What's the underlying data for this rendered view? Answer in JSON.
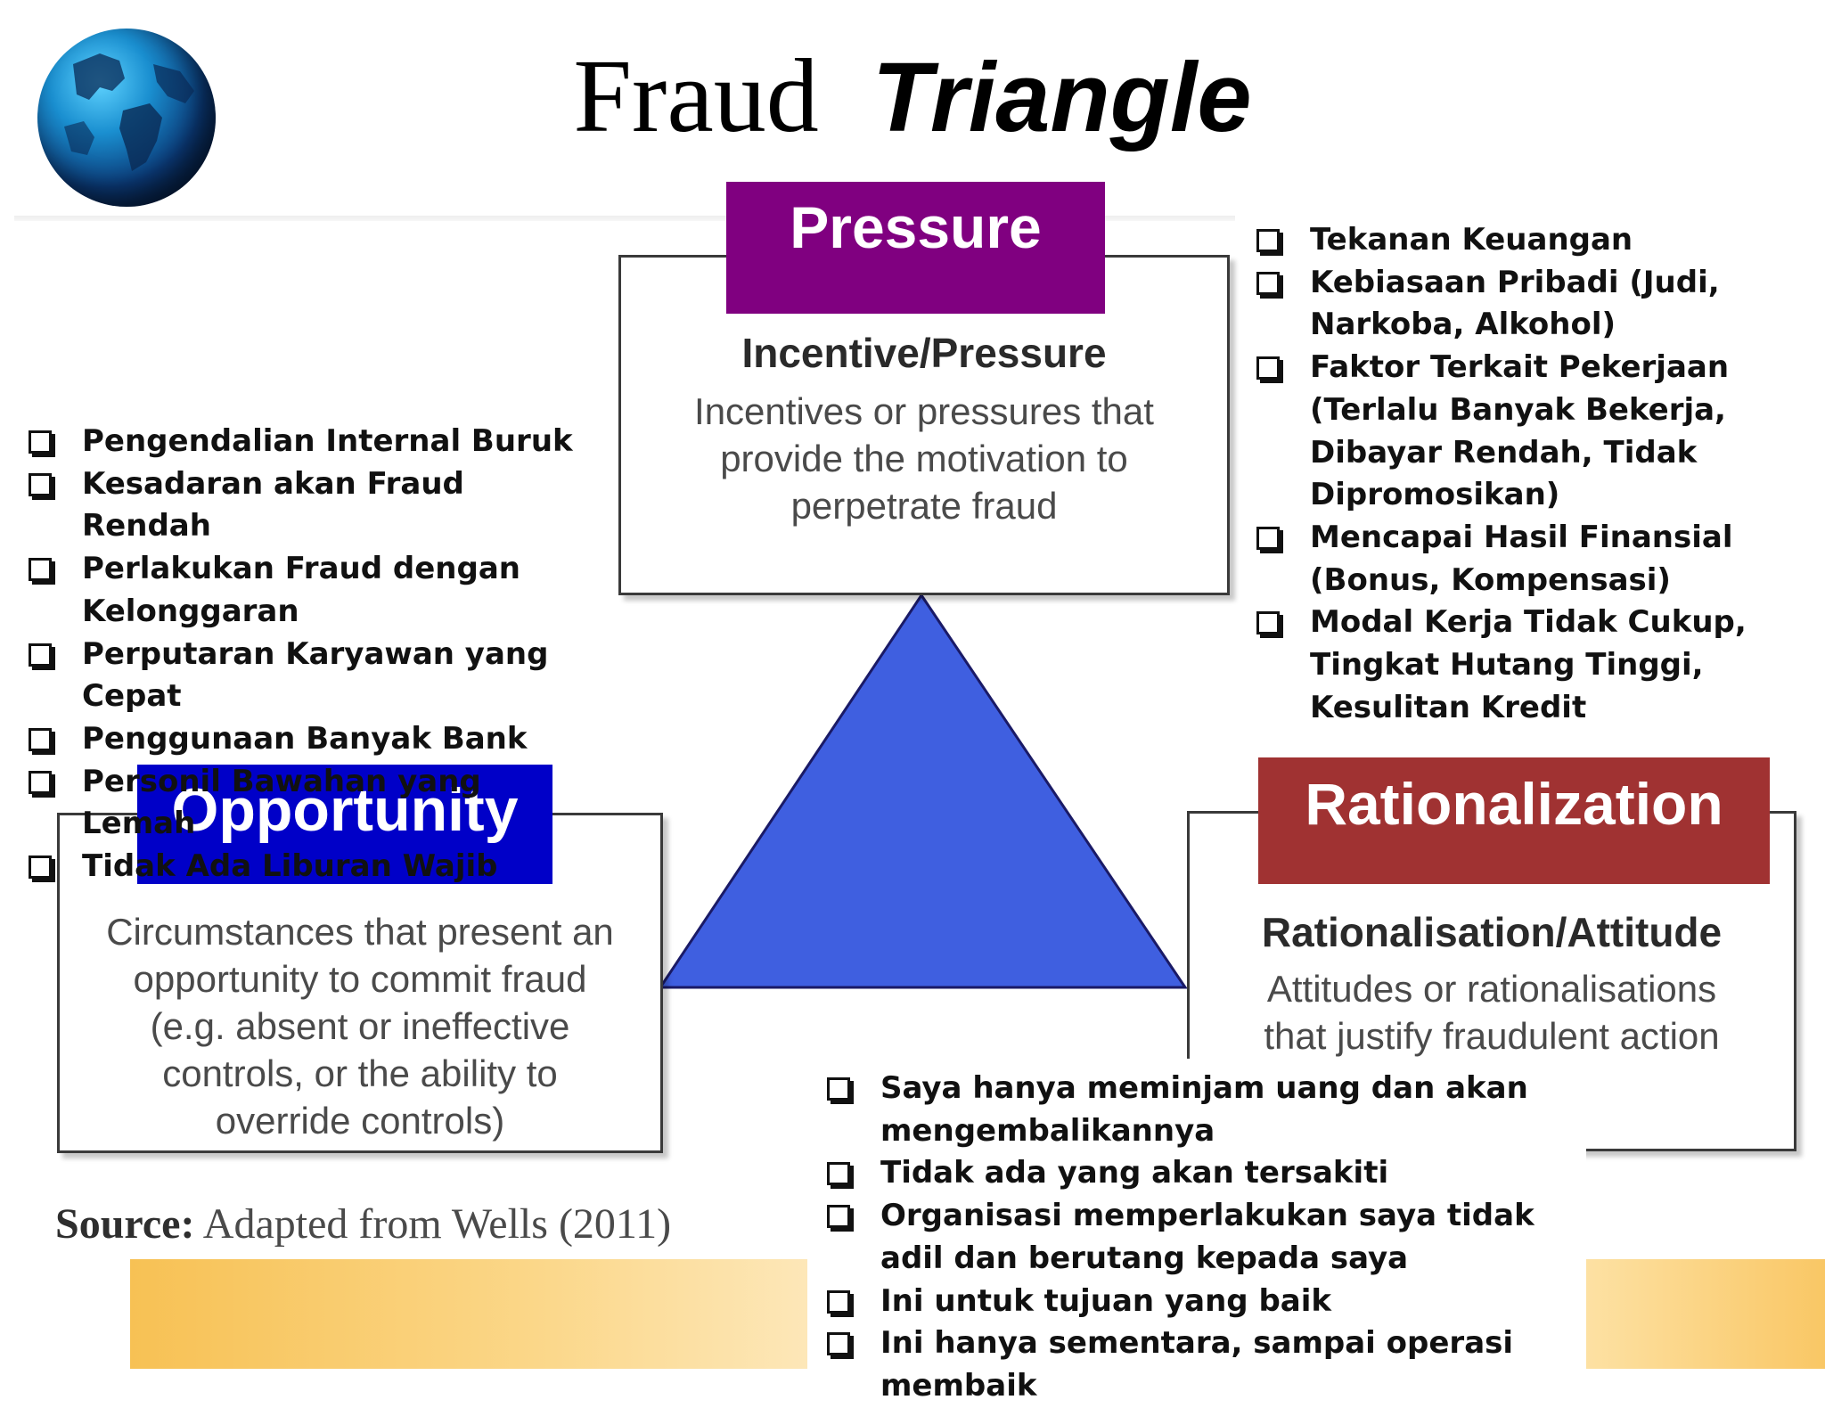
{
  "title": {
    "part1": "Fraud",
    "part2": "Triangle"
  },
  "pressure": {
    "label": "Pressure",
    "box_title": "Incentive/Pressure",
    "box_lines": [
      "Incentives or pressures that",
      "provide the motivation to",
      "perpetrate fraud"
    ]
  },
  "opportunity": {
    "label": "Opportunity",
    "box_lines": [
      "Circumstances that present an",
      "opportunity to commit fraud",
      "(e.g. absent or ineffective",
      "controls, or the ability to",
      "override controls)"
    ]
  },
  "rationalization": {
    "label": "Rationalization",
    "box_title": "Rationalisation/Attitude",
    "box_lines": [
      "Attitudes or rationalisations",
      "that justify fraudulent action"
    ]
  },
  "source": {
    "prefix": "Source:",
    "text": "Adapted from Wells (2011)"
  },
  "pressure_bullets": [
    "Tekanan Keuangan",
    "Kebiasaan Pribadi (Judi, Narkoba, Alkohol)",
    "Faktor Terkait Pekerjaan (Terlalu Banyak Bekerja, Dibayar Rendah, Tidak Dipromosikan)",
    "Mencapai Hasil Finansial (Bonus, Kompensasi)",
    "Modal Kerja Tidak Cukup, Tingkat Hutang Tinggi, Kesulitan Kredit"
  ],
  "opportunity_bullets": [
    "Pengendalian Internal Buruk",
    "Kesadaran akan Fraud Rendah",
    "Perlakukan Fraud dengan Kelonggaran",
    "Perputaran Karyawan yang Cepat",
    "Penggunaan Banyak Bank",
    "Personil Bawahan yang Lemah",
    "Tidak Ada Liburan Wajib"
  ],
  "rationalization_bullets": [
    "Saya hanya meminjam uang dan akan mengembalikannya",
    "Tidak ada yang akan tersakiti",
    "Organisasi memperlakukan saya tidak adil dan berutang kepada saya",
    "Ini untuk tujuan yang baik",
    "Ini hanya sementara, sampai operasi membaik"
  ],
  "colors": {
    "pressure": "#800080",
    "opportunity": "#0000c8",
    "rationalization": "#a03232",
    "triangle": "#3f5fe0"
  }
}
